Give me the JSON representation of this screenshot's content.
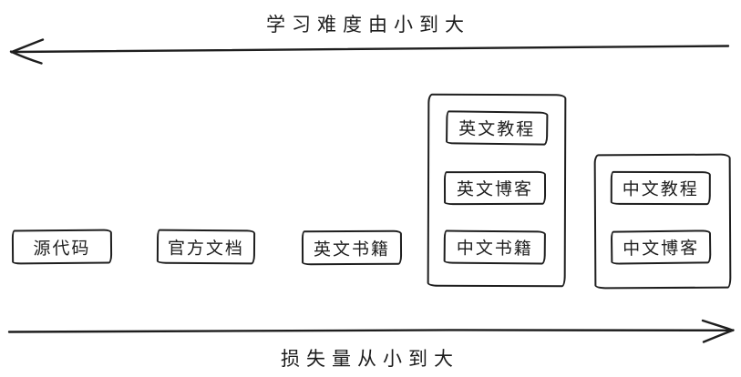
{
  "diagram": {
    "stroke_color": "#1e1e1e",
    "background_color": "#ffffff",
    "top_axis": {
      "label": "学习难度由小到大",
      "arrow_direction": "left"
    },
    "bottom_axis": {
      "label": "损失量从小到大",
      "arrow_direction": "right"
    },
    "boxes": [
      {
        "label": "源代码"
      },
      {
        "label": "官方文档"
      },
      {
        "label": "英文书籍"
      }
    ],
    "groups": [
      {
        "items": [
          {
            "label": "英文教程"
          },
          {
            "label": "英文博客"
          },
          {
            "label": "中文书籍"
          }
        ]
      },
      {
        "items": [
          {
            "label": "中文教程"
          },
          {
            "label": "中文博客"
          }
        ]
      }
    ]
  }
}
